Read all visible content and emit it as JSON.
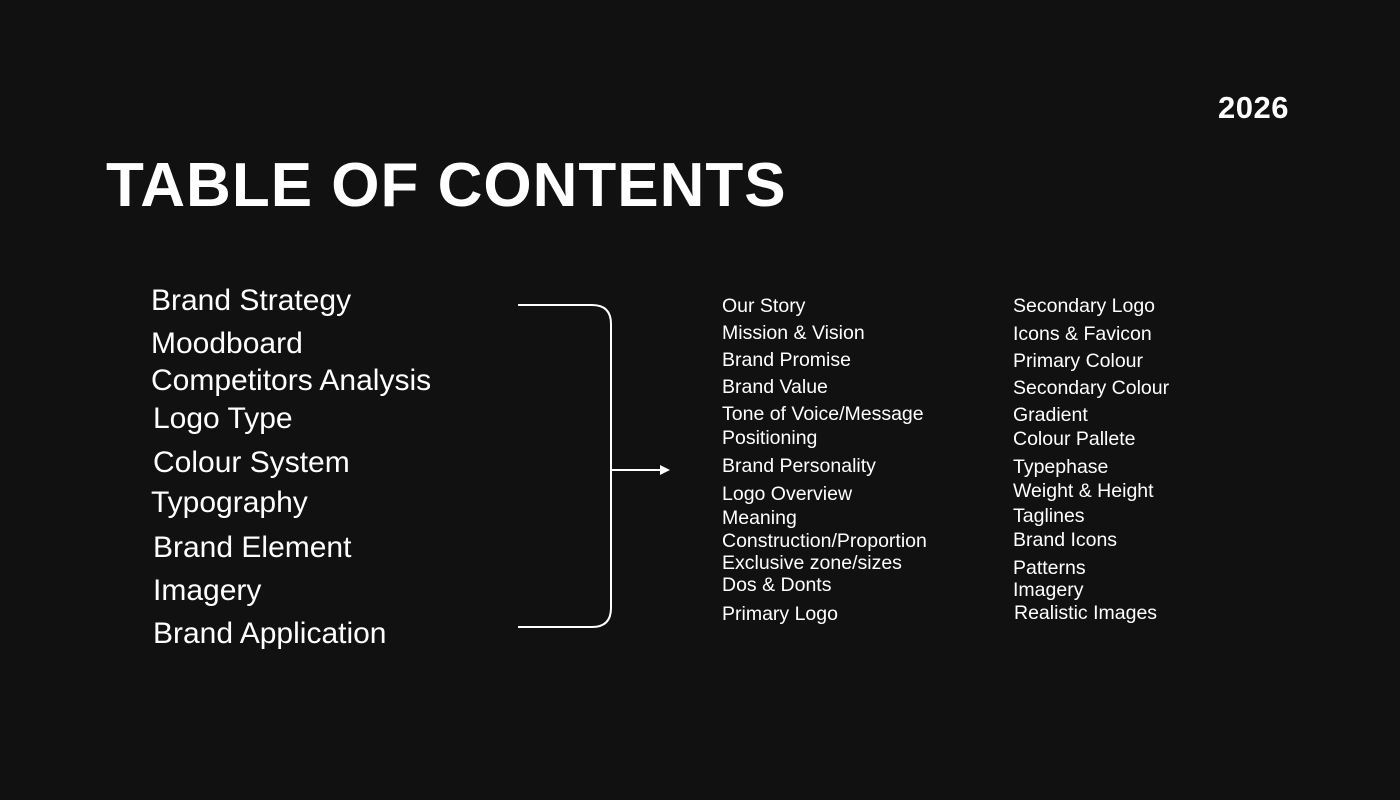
{
  "year": "2026",
  "title": "TABLE OF CONTENTS",
  "sections": [
    "Brand Strategy",
    "Moodboard",
    "Competitors Analysis",
    "Logo Type",
    "Colour System",
    "Typography",
    "Brand Element",
    "Imagery",
    "Brand Application"
  ],
  "topics_col1": [
    "Our Story",
    "Mission & Vision",
    "Brand Promise",
    "Brand Value",
    "Tone of Voice/Message",
    "Positioning",
    "Brand Personality",
    "Logo Overview",
    "Meaning",
    "Construction/Proportion",
    "Exclusive zone/sizes",
    "Dos & Donts",
    "Primary Logo"
  ],
  "topics_col2": [
    "Secondary Logo",
    "Icons & Favicon",
    "Primary Colour",
    "Secondary Colour",
    "Gradient",
    "Colour Pallete",
    "Typephase",
    "Weight & Height",
    "Taglines",
    "Brand Icons",
    "Patterns",
    "Imagery",
    "Realistic Images"
  ]
}
